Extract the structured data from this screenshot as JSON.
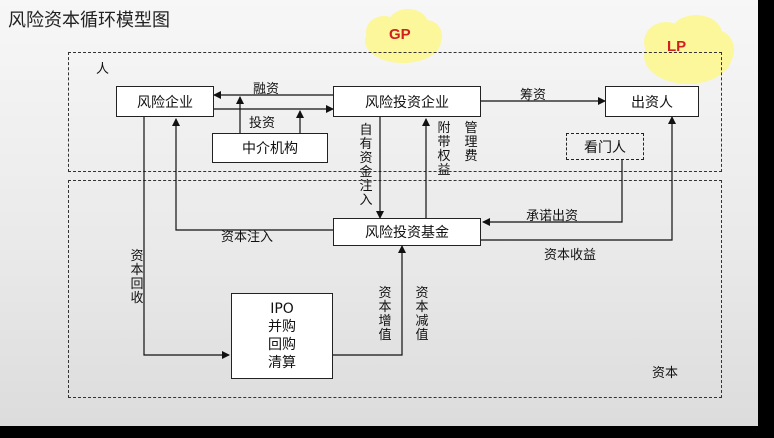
{
  "title": "风险资本循环模型图",
  "regions": {
    "top_label": "人",
    "bottom_label": "资本"
  },
  "clouds": {
    "gp": "GP",
    "lp": "LP"
  },
  "boxes": {
    "venture_enterprise": "风险企业",
    "venture_investment_firm": "风险投资企业",
    "investors": "出资人",
    "intermediary": "中介机构",
    "gatekeeper": "看门人",
    "venture_fund": "风险投资基金",
    "exits": [
      "IPO",
      "并购",
      "回购",
      "清算"
    ]
  },
  "flow_labels": {
    "financing": "融资",
    "investment": "投资",
    "fundraising": "筹资",
    "own_capital_injection": "自有资金注入",
    "carried_interest": "附带权益",
    "management_fee": "管理费",
    "committed_capital": "承诺出资",
    "capital_injection": "资本注入",
    "capital_return": "资本收益",
    "capital_recovery": "资本回收",
    "capital_appreciation": "资本增值",
    "capital_depreciation": "资本减值"
  }
}
